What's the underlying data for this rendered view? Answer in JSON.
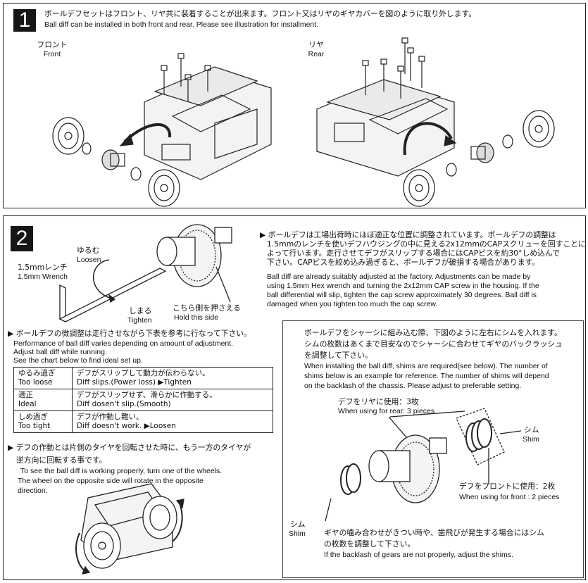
{
  "step1": {
    "number": "1",
    "desc_jp": "ボールデフセットはフロント、リヤ共に装着することが出来ます。フロント又はリヤのギヤカバーを図のように取り外します。",
    "desc_en": "Ball diff can be installed in both front and rear. Please see illustration for installment.",
    "front_jp": "フロント",
    "front_en": "Front",
    "rear_jp": "リヤ",
    "rear_en": "Rear"
  },
  "step2": {
    "number": "2",
    "loosen_jp": "ゆるむ",
    "loosen_en": "Loosen",
    "wrench_jp": "1.5mmレンチ",
    "wrench_en": "1.5mm Wrench",
    "tighten_jp": "しまる",
    "tighten_en": "Tighten",
    "hold_jp": "こちら側を押さえる",
    "hold_en": "Hold this side",
    "adjust_jp": [
      "▶ ボールデフは工場出荷時にほぼ適正な位置に調整されています。ボールデフの調整は",
      "1.5mmのレンチを使いデフハウジングの中に見える2x12mmのCAPスクリューを回すことに",
      "よって行います。走行させてデフがスリップする場合にはCAPビスを約30°しめ込んで",
      "下さい。CAPビスを絞め込み過ぎると、ボールデフが破損する場合があります。"
    ],
    "adjust_en": [
      "Ball diff are already suitably adjusted at the factory. Adjustments can be made by",
      "using 1.5mm Hex wrench and turning the 2x12mm CAP screw in the housing. If the",
      "ball differential will slip, tighten the cap screw approximately 30 degrees. Ball diff  is",
      "damaged when you tighten too much the cap screw."
    ],
    "fine_jp": "▶ ボールデフの微調整は走行させながら下表を参考に行なって下さい。",
    "fine_en": [
      "Performance of ball diff varies depending on amount of adjustment.",
      "Adjust ball diff while running.",
      "See the chart below to find ideal set up."
    ],
    "table": [
      {
        "state_jp": "ゆるみ過ぎ",
        "state_en": "Too loose",
        "effect_jp": "デフがスリップして動力が伝わらない。",
        "effect_en": "Diff slips.(Power loss) ▶Tighten"
      },
      {
        "state_jp": "適正",
        "state_en": "Ideal",
        "effect_jp": "デフがスリップせず、滑らかに作動する。",
        "effect_en": "Diff dosen't slip.(Smooth)"
      },
      {
        "state_jp": "しめ過ぎ",
        "state_en": "Too tight",
        "effect_jp": "デフが作動し難い。",
        "effect_en": "Diff doesn't work. ▶Loosen"
      }
    ],
    "check_jp": [
      "▶ デフの作動とは片側のタイヤを回転させた時に、もう一方のタイヤが",
      "逆方向に回転する事です。"
    ],
    "check_en": [
      "To see the ball diff is working properly, turn one of the wheels.",
      "The wheel on the opposite side will rotate in the opposite",
      "direction."
    ],
    "shim_box": {
      "jp": [
        "ボールデフをシャーシに組み込む際、下図のように左右にシムを入れます。",
        "シムの枚数はあくまで目安なのでシャーシに合わせてギヤのバックラッシュ",
        "を調整して下さい。"
      ],
      "en": [
        "When installing the ball diff, shims are required(see below). The number of",
        "shims below is an example for reference. The number of shims will depend",
        "on the backlash of the chassis. Please adjust to preferable setting."
      ],
      "rear_jp": "デフをリヤに使用：3枚",
      "rear_en": "When using for rear: 3 pieces",
      "shim_jp": "シム",
      "shim_en": "Shim",
      "front_jp": "デフをフロントに使用：2枚",
      "front_en": "When using for front : 2 pieces",
      "shim2_jp": "シム",
      "shim2_en": "Shim",
      "backlash_jp": [
        "ギヤの噛み合わせがきつい時や、歯飛びが発生する場合にはシム",
        "の枚数を調整して下さい。"
      ],
      "backlash_en": "If the backlash of gears are not properly, adjust the shims."
    }
  }
}
